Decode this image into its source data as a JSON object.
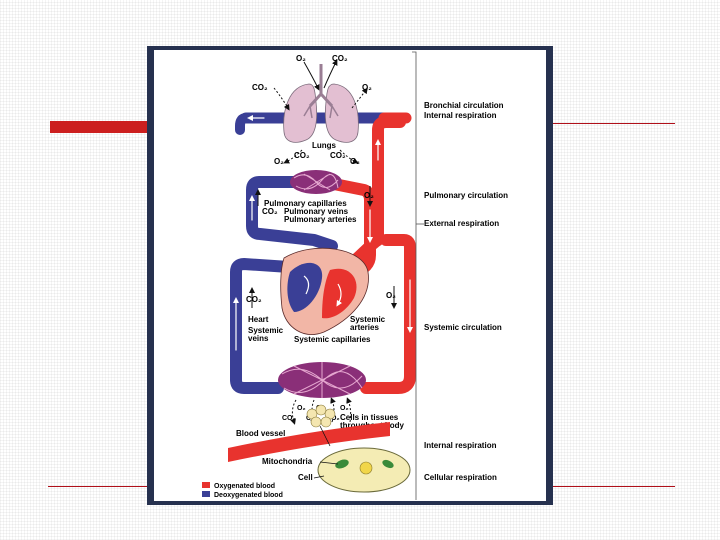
{
  "colors": {
    "oxygenated": "#e8332e",
    "deoxygenated": "#3a3f96",
    "lungs": "#e3bfd2",
    "heart_tissue": "#f2b6a6",
    "capillaries": "#8a2f78",
    "accent_red": "#cc1f1f",
    "frame": "#26314f"
  },
  "diagram": {
    "gas_top": {
      "o2": "O₂",
      "co2": "CO₂"
    },
    "bronchial": {
      "co2": "CO₂",
      "o2": "O₂"
    },
    "lungs_label": "Lungs",
    "lung_exchange": {
      "co2_left": "CO₂",
      "co2_right": "CO₂",
      "o2_left": "O₂",
      "o2_right": "O₂"
    },
    "pulmonary_o2": "O₂",
    "pulmonary_co2": "CO₂",
    "pulmonary_capillaries": "Pulmonary capillaries",
    "pulmonary_veins": "Pulmonary veins",
    "pulmonary_arteries": "Pulmonary arteries",
    "heart_co2": "CO₂",
    "heart_label": "Heart",
    "systemic_veins": [
      "Systemic",
      "veins"
    ],
    "systemic_arteries": [
      "Systemic",
      "arteries"
    ],
    "systemic_o2": "O₂",
    "systemic_capillaries": "Systemic capillaries",
    "tissue_gases": [
      "O₂",
      "O₂",
      "O₂",
      "CO₂",
      "CO₂",
      "CO₂"
    ],
    "cells_in_tissues": [
      "Cells in tissues",
      "throughout body"
    ],
    "blood_vessel": "Blood vessel",
    "mitochondria": "Mitochondria",
    "cell": "Cell",
    "legend": {
      "oxygenated": "Oxygenated blood",
      "deoxygenated": "Deoxygenated blood"
    },
    "stages": {
      "bronchial_circulation": "Bronchial circulation",
      "internal_respiration_top": "Internal respiration",
      "pulmonary_circulation": "Pulmonary circulation",
      "external_respiration": "External respiration",
      "systemic_circulation": "Systemic circulation",
      "internal_respiration_bottom": "Internal respiration",
      "cellular_respiration": "Cellular respiration"
    }
  }
}
